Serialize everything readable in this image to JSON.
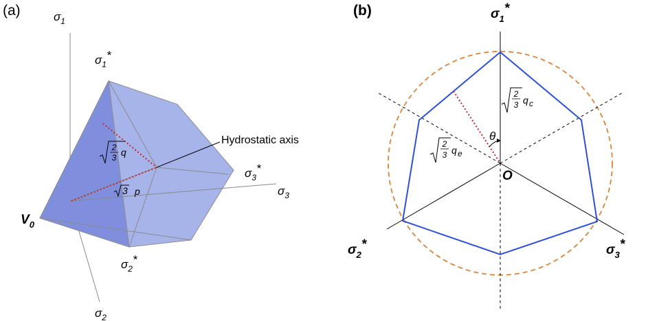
{
  "panel_a": {
    "label": "(a)",
    "sigma1": {
      "base": "σ",
      "sub": "1"
    },
    "sigma1_star": {
      "base": "σ",
      "sub": "1",
      "sup": "*"
    },
    "sigma2": {
      "base": "σ",
      "sub": "2"
    },
    "sigma2_star": {
      "base": "σ",
      "sub": "2",
      "sup": "*"
    },
    "sigma3": {
      "base": "σ",
      "sub": "3"
    },
    "sigma3_star": {
      "base": "σ",
      "sub": "3",
      "sup": "*"
    },
    "v0": {
      "base": "V",
      "sub": "0"
    },
    "hydrostatic_axis": "Hydrostatic axis",
    "sqrt_frac_num": "2",
    "sqrt_frac_den": "3",
    "q_label": "q",
    "sqrt3_num": "3",
    "p_label": "p"
  },
  "panel_b": {
    "label": "(b)",
    "sigma1_star": {
      "base": "σ",
      "sub": "1",
      "sup": "*"
    },
    "sigma2_star": {
      "base": "σ",
      "sub": "2",
      "sup": "*"
    },
    "sigma3_star": {
      "base": "σ",
      "sub": "3",
      "sup": "*"
    },
    "origin": "O",
    "theta": "θ",
    "qc_frac_num": "2",
    "qc_frac_den": "3",
    "qc_base": "q",
    "qc_sub": "c",
    "qe_frac_num": "2",
    "qe_frac_den": "3",
    "qe_base": "q",
    "qe_sub": "e"
  },
  "colors": {
    "face_light": "#a7b4ea",
    "face_dark": "#7f8fdd",
    "edge": "#7a7a7a",
    "polygon": "#2c4fd6",
    "circle": "#d9833a",
    "red_dots": "#c0272d"
  }
}
